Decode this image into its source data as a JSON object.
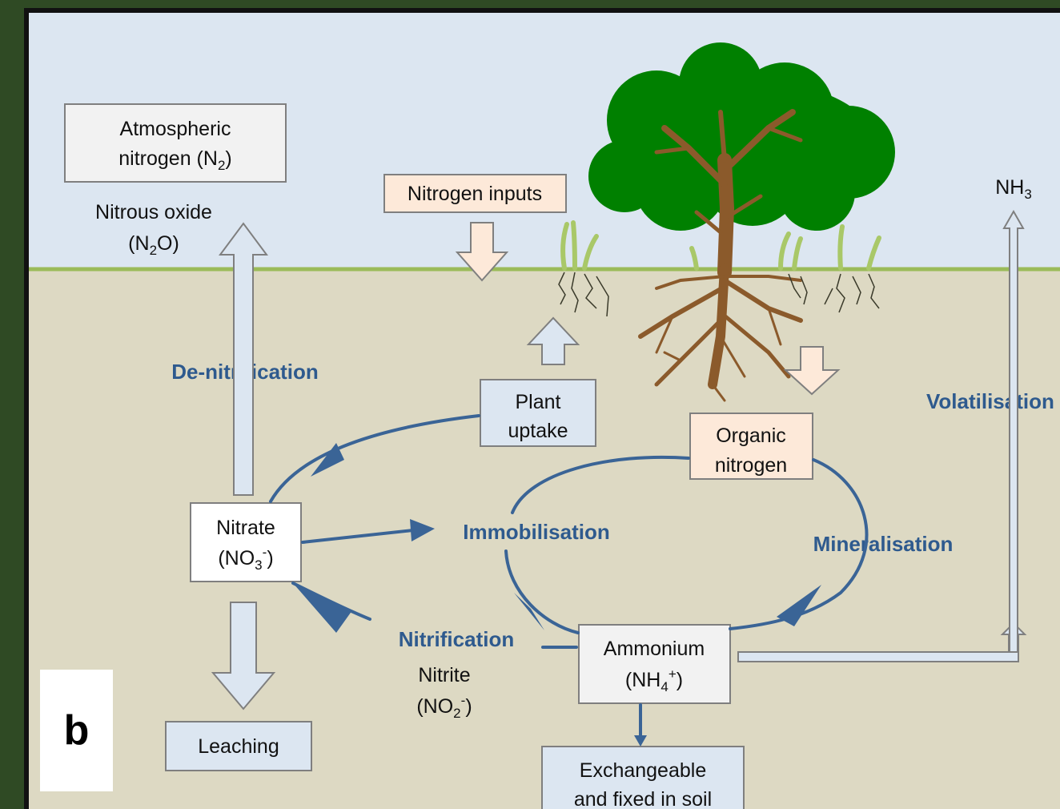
{
  "panel_label": "b",
  "boxes": {
    "atmospheric_line1": "Atmospheric",
    "atmospheric_line2": "nitrogen (N",
    "atmospheric_sub": "2",
    "atmospheric_close": ")",
    "nitrogen_inputs": "Nitrogen inputs",
    "plant_uptake_line1": "Plant",
    "plant_uptake_line2": "uptake",
    "organic_line1": "Organic",
    "organic_line2": "nitrogen",
    "nitrate_line1": "Nitrate",
    "nitrate_open": "(NO",
    "nitrate_sub": "3",
    "nitrate_sup": "-",
    "nitrate_close": ")",
    "ammonium_line1": "Ammonium",
    "ammonium_open": "(NH",
    "ammonium_sub": "4",
    "ammonium_sup": "+",
    "ammonium_close": ")",
    "leaching": "Leaching",
    "exchangeable_line1": "Exchangeable",
    "exchangeable_line2": "and fixed in soil"
  },
  "labels": {
    "nitrous_oxide_line1": "Nitrous oxide",
    "nitrous_oxide_open": "(N",
    "nitrous_oxide_sub": "2",
    "nitrous_oxide_close": "O)",
    "nh3_main": "NH",
    "nh3_sub": "3",
    "nitrite_line1": "Nitrite",
    "nitrite_open": "(NO",
    "nitrite_sub": "2",
    "nitrite_sup": "-",
    "nitrite_close": ")"
  },
  "processes": {
    "denitrification": "De-nitrification",
    "immobilisation": "Immobilisation",
    "mineralisation": "Mineralisation",
    "nitrification": "Nitrification",
    "volatilisation": "Volatilisation"
  },
  "colors": {
    "sky": "#dce6f1",
    "soil": "#ddd9c3",
    "ground_line": "#9bbb59",
    "cycle_arrow": "#3a6496",
    "process_text": "#2e5a8e",
    "box_grey": "#f2f2f2",
    "box_blue": "#dce6f1",
    "box_peach": "#fde9d9",
    "tree_canopy": "#008000",
    "tree_trunk": "#8b5a2b",
    "grass": "#a9c868"
  }
}
